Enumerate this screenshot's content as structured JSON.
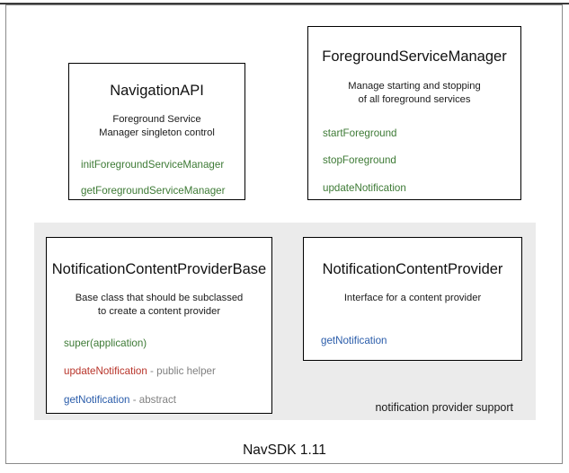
{
  "diagram": {
    "footer_caption": "NavSDK 1.11",
    "group_panel": {
      "label": "notification provider support",
      "background": "#ebebeb"
    },
    "colors": {
      "green": "#3d7a35",
      "red": "#b8342a",
      "blue": "#2a5caa",
      "note_gray": "#808080",
      "box_border": "#000000",
      "panel_bg": "#ebebeb",
      "canvas_bg": "#ffffff"
    },
    "boxes": [
      {
        "id": "navigation-api",
        "title": "NavigationAPI",
        "description_lines": [
          "Foreground Service",
          "Manager singleton control"
        ],
        "methods": [
          {
            "name": "initForegroundServiceManager",
            "color": "green",
            "note": ""
          },
          {
            "name": "getForegroundServiceManager",
            "color": "green",
            "note": ""
          }
        ]
      },
      {
        "id": "foreground-service-manager",
        "title": "ForegroundServiceManager",
        "description_lines": [
          "Manage starting and stopping",
          "of all foreground services"
        ],
        "methods": [
          {
            "name": "startForeground",
            "color": "green",
            "note": ""
          },
          {
            "name": "stopForeground",
            "color": "green",
            "note": ""
          },
          {
            "name": "updateNotification",
            "color": "green",
            "note": ""
          }
        ]
      },
      {
        "id": "notification-content-provider-base",
        "title": "NotificationContentProviderBase",
        "description_lines": [
          "Base class that should be subclassed",
          "to create a content provider"
        ],
        "methods": [
          {
            "name": "super(application)",
            "color": "green",
            "note": ""
          },
          {
            "name": "updateNotification",
            "color": "red",
            "note": " - public helper"
          },
          {
            "name": "getNotification",
            "color": "blue",
            "note": " - abstract"
          }
        ]
      },
      {
        "id": "notification-content-provider",
        "title": "NotificationContentProvider",
        "description_lines": [
          "Interface for a content provider"
        ],
        "methods": [
          {
            "name": "getNotification",
            "color": "blue",
            "note": ""
          }
        ]
      }
    ]
  }
}
